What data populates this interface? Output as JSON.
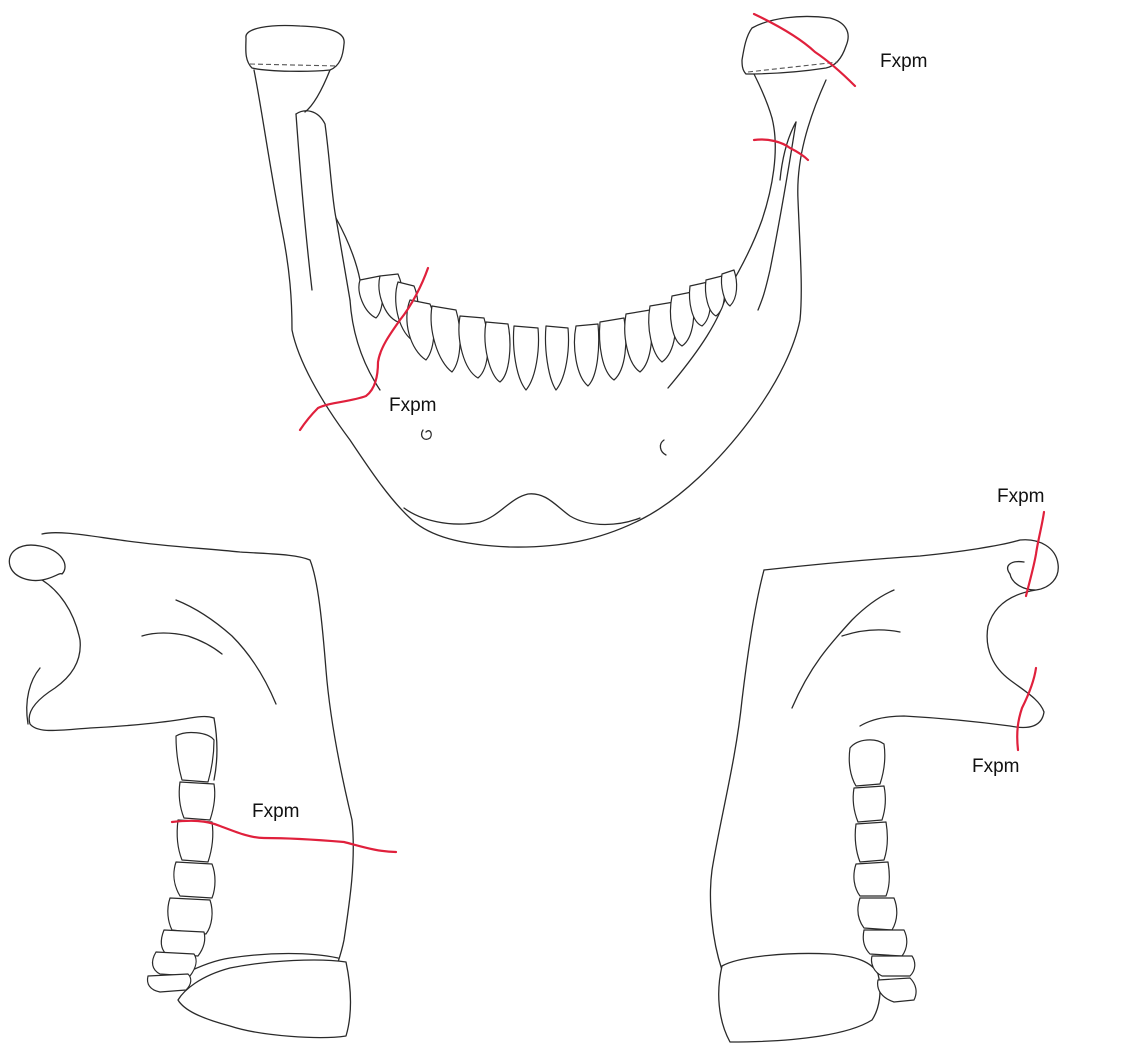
{
  "fracture_label": "Fxpm",
  "fracture_color": "#e0203c",
  "views": [
    {
      "id": "frontal",
      "fracture_labels": [
        "Fxpm",
        "Fxpm"
      ]
    },
    {
      "id": "right-lateral",
      "fracture_labels": [
        "Fxpm"
      ]
    },
    {
      "id": "left-lateral",
      "fracture_labels": [
        "Fxpm",
        "Fxpm"
      ]
    }
  ]
}
